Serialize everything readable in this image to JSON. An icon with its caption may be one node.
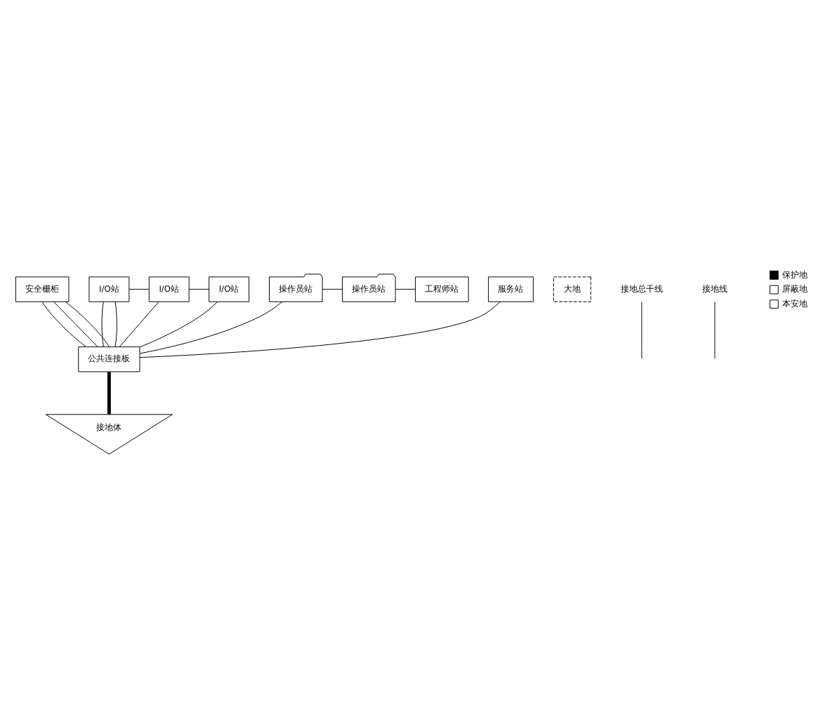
{
  "diagram": {
    "nodes": [
      {
        "text": [
          "安全栅柜"
        ]
      },
      {
        "text": [
          "I/O站"
        ]
      },
      {
        "text": [
          "I/O站"
        ]
      },
      {
        "text": [
          "I/O站"
        ]
      },
      {
        "text": [
          "操作员站"
        ]
      },
      {
        "text": [
          "操作员站"
        ]
      },
      {
        "text": [
          "工程师站"
        ]
      },
      {
        "text": [
          "服务站"
        ]
      },
      {
        "text": [
          "公共连接板"
        ]
      },
      {
        "text": [
          "接地体"
        ]
      },
      {
        "text": [
          "大地"
        ]
      },
      {
        "text": [
          "接地总干线"
        ]
      },
      {
        "text": [
          "接地线"
        ]
      }
    ],
    "edges": [
      {
        "from": 0,
        "to": 8,
        "arrow": "none"
      },
      {
        "from": 0,
        "to": 8,
        "arrow": "none"
      },
      {
        "from": 0,
        "to": 8,
        "arrow": "none"
      },
      {
        "from": 1,
        "to": 8,
        "arrow": "none"
      },
      {
        "from": 2,
        "to": 8,
        "arrow": "none"
      },
      {
        "from": 3,
        "to": 8,
        "arrow": "none"
      },
      {
        "from": 1,
        "to": 2,
        "arrow": "none"
      },
      {
        "from": 2,
        "to": 3,
        "arrow": "none"
      },
      {
        "from": 1,
        "to": 8,
        "arrow": "none"
      },
      {
        "from": 4,
        "to": 5,
        "arrow": "none"
      },
      {
        "from": 5,
        "to": 6,
        "arrow": "none"
      },
      {
        "from": 4,
        "to": 8,
        "arrow": "none"
      },
      {
        "from": 7,
        "to": 8,
        "arrow": "none"
      },
      {
        "from": 8,
        "to": 9,
        "arrow": "none",
        "style": "thick"
      },
      {
        "from": 11,
        "to": null,
        "arrow": "none"
      },
      {
        "from": 12,
        "to": null,
        "arrow": "none"
      }
    ],
    "legend": [
      {
        "text": "保护地",
        "color": "#000000"
      },
      {
        "text": "屏蔽地",
        "color": "#ffffff"
      },
      {
        "text": "本安地",
        "color": "#ffffff"
      }
    ]
  }
}
